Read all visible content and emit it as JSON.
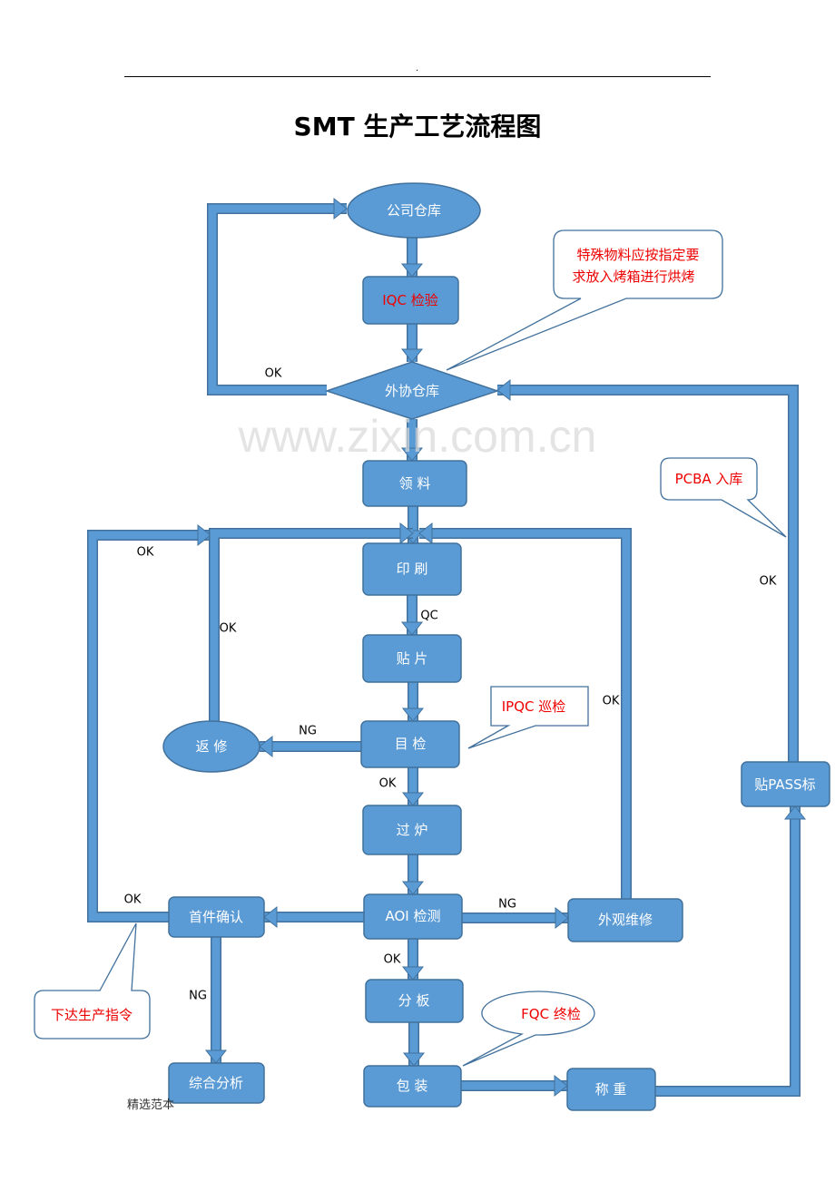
{
  "header": {
    "dot": ".",
    "title": "SMT 生产工艺流程图"
  },
  "watermark": "www.zixin.com.cn",
  "footer": "精选范本",
  "nodes": {
    "company_warehouse": "公司仓库",
    "iqc": "IQC 检验",
    "outsourced_warehouse": "外协仓库",
    "pick_material": "领 料",
    "printing": "印 刷",
    "placement": "贴 片",
    "visual_inspection": "目 检",
    "rework": "返 修",
    "reflow": "过 炉",
    "aoi": "AOI 检测",
    "first_article": "首件确认",
    "appearance_repair": "外观维修",
    "depanel": "分 板",
    "packing": "包 装",
    "weighing": "称 重",
    "analysis": "综合分析",
    "pass_label": "贴PASS标"
  },
  "callouts": {
    "special_material_1": "特殊物料应按指定要",
    "special_material_2": "求放入烤箱进行烘烤",
    "pcba": "PCBA 入库",
    "ipqc": "IPQC 巡检",
    "fqc": "FQC 终检",
    "production_order": "下达生产指令"
  },
  "edge_labels": {
    "ok_warehouse": "OK",
    "ok_outer": "OK",
    "ok_rework": "OK",
    "qc": "QC",
    "ng_visual": "NG",
    "ok_visual": "OK",
    "ok_repair": "OK",
    "ok_pcba": "OK",
    "ok_first": "OK",
    "ng_aoi": "NG",
    "ok_aoi": "OK",
    "ng_first": "NG"
  },
  "colors": {
    "fill": "#5b9bd5",
    "stroke": "#41719c",
    "callout_text": "#ff0000"
  }
}
